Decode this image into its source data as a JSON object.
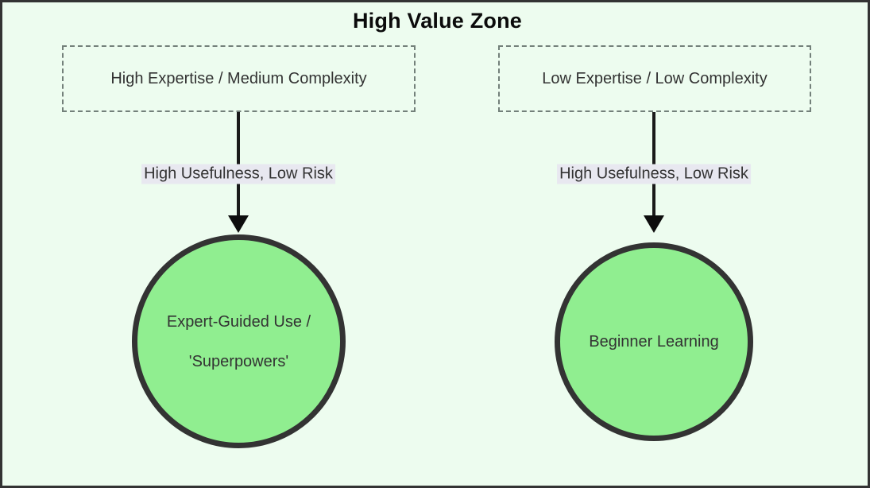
{
  "diagram": {
    "title": "High Value Zone",
    "background_color": "#edfcef",
    "frame_color": "#333333",
    "node_fill_color": "#90ee90",
    "node_stroke_color": "#333333",
    "edge_label_background": "#e8e8f0",
    "condition_nodes": [
      {
        "id": "cond-high-expertise",
        "label": "High Expertise / Medium Complexity"
      },
      {
        "id": "cond-low-expertise",
        "label": "Low Expertise / Low Complexity"
      }
    ],
    "edges": [
      {
        "id": "edge-left",
        "label": "High Usefulness, Low Risk",
        "from": "cond-high-expertise",
        "to": "outcome-expert-guided"
      },
      {
        "id": "edge-right",
        "label": "High Usefulness, Low Risk",
        "from": "cond-low-expertise",
        "to": "outcome-beginner"
      }
    ],
    "outcome_nodes": [
      {
        "id": "outcome-expert-guided",
        "lines": [
          "Expert-Guided Use /",
          "'Superpowers'"
        ]
      },
      {
        "id": "outcome-beginner",
        "lines": [
          "Beginner Learning"
        ]
      }
    ]
  }
}
